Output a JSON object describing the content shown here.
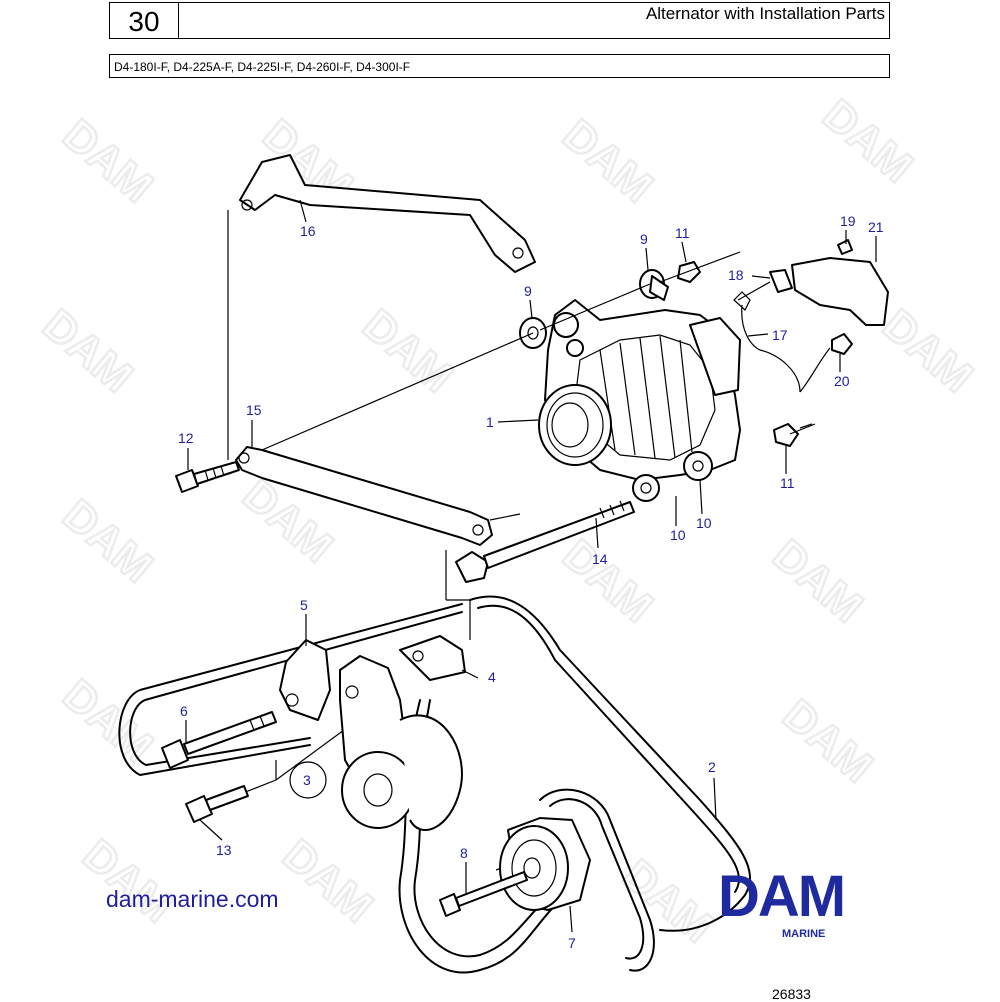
{
  "header": {
    "section_number": "30",
    "title": "Alternator with Installation Parts",
    "models": "D4-180I-F, D4-225A-F, D4-225I-F, D4-260I-F, D4-300I-F"
  },
  "watermark": "DAM",
  "callouts": [
    "1",
    "2",
    "3",
    "4",
    "5",
    "6",
    "7",
    "8",
    "9",
    "9",
    "10",
    "10",
    "11",
    "11",
    "12",
    "13",
    "14",
    "15",
    "16",
    "17",
    "18",
    "19",
    "20",
    "21"
  ],
  "footer": {
    "website": "dam-marine.com",
    "logo_text": "DAM",
    "logo_subtext": "MARINE",
    "drawing_number": "26833"
  },
  "colors": {
    "label": "#1f1f9e",
    "logo": "#1f2a9e",
    "watermark": "#ececec"
  }
}
